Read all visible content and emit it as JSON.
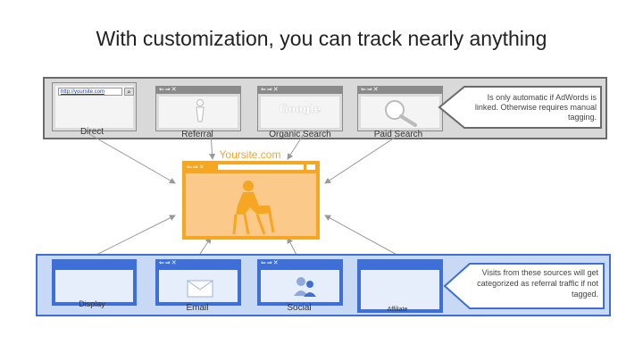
{
  "title": "With customization, you can track nearly anything",
  "top_sources": {
    "direct": {
      "url": "http://yoursite.com",
      "label": "Direct"
    },
    "referral": {
      "label": "Referral"
    },
    "organic": {
      "logo": "Google",
      "label": "Organic Search"
    },
    "paid": {
      "label": "Paid Search"
    },
    "note": "Is only automatic if AdWords is linked. Otherwise requires manual tagging."
  },
  "center": {
    "label": "Yoursite.com"
  },
  "bottom_sources": {
    "display": {
      "label": "Display"
    },
    "email": {
      "label": "Email"
    },
    "social": {
      "label": "Social"
    },
    "affiliate": {
      "label": "Affiliate"
    },
    "note": "Visits from these sources will get categorized as referral traffic if not tagged."
  },
  "colors": {
    "orange": "#f5a623",
    "blue": "#3d6fd6",
    "light_blue": "#c7d9f4",
    "gray": "#8a8a8a"
  },
  "icons": [
    "search-icon",
    "person-icon",
    "magnifier-icon",
    "sitting-person-icon",
    "envelope-icon",
    "people-icon"
  ]
}
